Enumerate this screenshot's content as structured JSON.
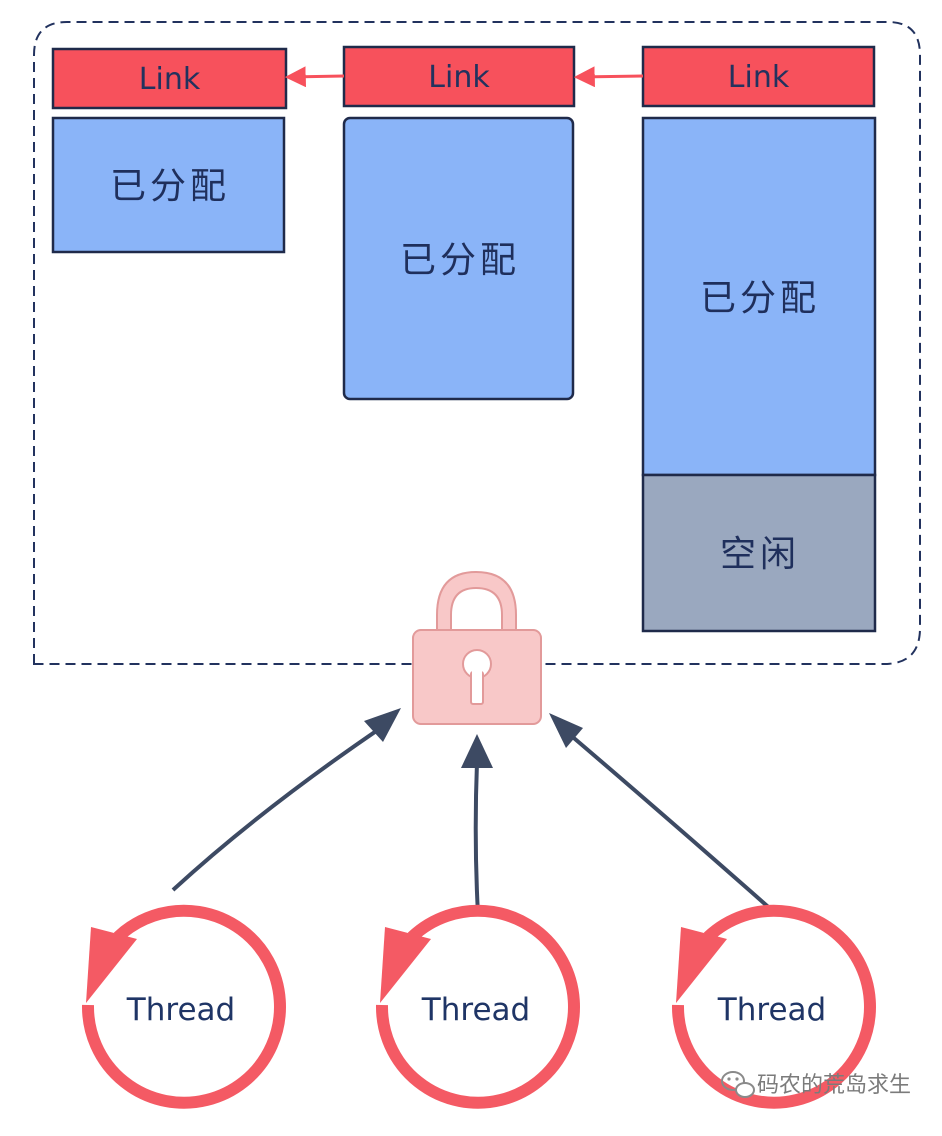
{
  "memory_pool": {
    "chunks": [
      {
        "link_label": "Link",
        "allocated_label": "已分配"
      },
      {
        "link_label": "Link",
        "allocated_label": "已分配"
      },
      {
        "link_label": "Link",
        "allocated_label": "已分配",
        "free_label": "空闲"
      }
    ]
  },
  "threads": [
    {
      "label": "Thread"
    },
    {
      "label": "Thread"
    },
    {
      "label": "Thread"
    }
  ],
  "watermark": {
    "text": "码农的荒岛求生"
  },
  "colors": {
    "link_fill": "#f7515c",
    "allocated_fill": "#8ab4f8",
    "free_fill": "#9aa8bf",
    "outline": "#1f2a4a",
    "lock_fill": "#f8c8c8",
    "lock_stroke": "#e29a9a",
    "arrow": "#3d4a63",
    "thread_ring": "#f45a64"
  },
  "icons": [
    "padlock-icon",
    "wechat-icon"
  ]
}
